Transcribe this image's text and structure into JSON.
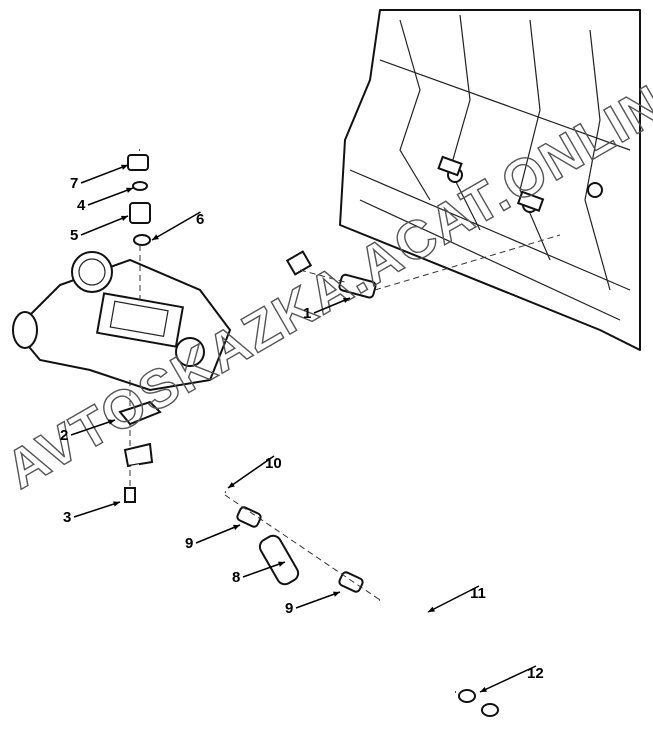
{
  "diagram": {
    "watermark": "AVTOSKAZKA.ACAT.ONLINE",
    "callouts": [
      "1",
      "2",
      "3",
      "4",
      "5",
      "6",
      "7",
      "8",
      "9",
      "9",
      "10",
      "11",
      "12"
    ]
  }
}
